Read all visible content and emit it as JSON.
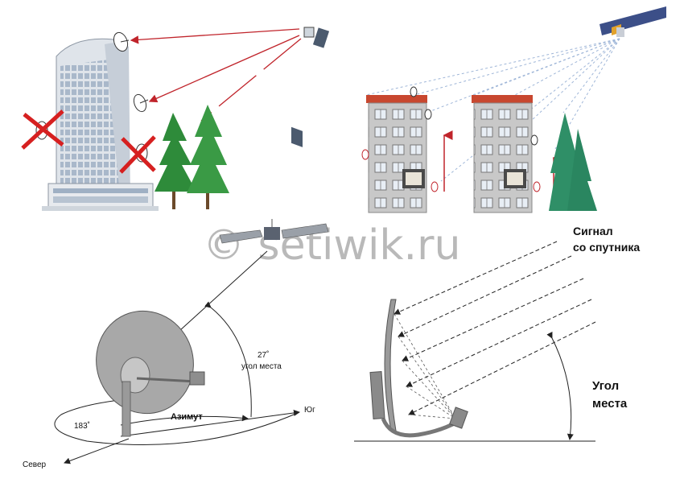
{
  "watermark": "© setiwik.ru",
  "labels": {
    "signal_line1": "Сигнал",
    "signal_line2": "со спутника",
    "angle_right_line1": "Угол",
    "angle_right_line2": "места",
    "elevation_value": "27˚",
    "elevation_caption": "угол места",
    "azimuth_caption": "Азимут",
    "azimuth_value": "183˚",
    "south": "Юг",
    "north": "Север"
  },
  "colors": {
    "signal_red": "#c0242b",
    "cross_red": "#d62020",
    "tree_green": "#2e8b3a",
    "fir_green": "#2f8f67",
    "roof_red": "#c8472f",
    "dish_gray": "#a8a8a8",
    "beam_blue": "#9fb6d8"
  }
}
